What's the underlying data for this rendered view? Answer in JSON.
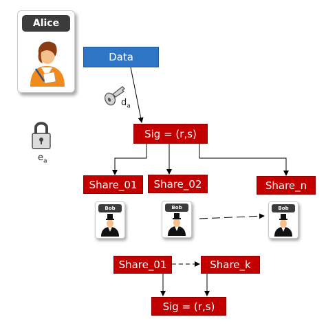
{
  "alice": {
    "name": "Alice"
  },
  "data_box": {
    "label": "Data"
  },
  "key_label": {
    "base": "d",
    "sub": "a"
  },
  "lock_label": {
    "base": "e",
    "sub": "a"
  },
  "sig_top": {
    "label": "Sig = (r,s)"
  },
  "shares": [
    {
      "label": "Share_01"
    },
    {
      "label": "Share_02"
    },
    {
      "label": "Share_n"
    }
  ],
  "bobs": [
    {
      "name": "Bob"
    },
    {
      "name": "Bob"
    },
    {
      "name": "Bob"
    }
  ],
  "combine": {
    "share_first": "Share_01",
    "share_last": "Share_k",
    "sig": "Sig = (r,s)"
  },
  "colors": {
    "red_box": "#c20000",
    "blue_box": "#2e75c6",
    "name_badge": "#3b3b3b"
  },
  "icons": [
    "person-icon",
    "key-icon",
    "padlock-icon",
    "bob-person-icon"
  ]
}
